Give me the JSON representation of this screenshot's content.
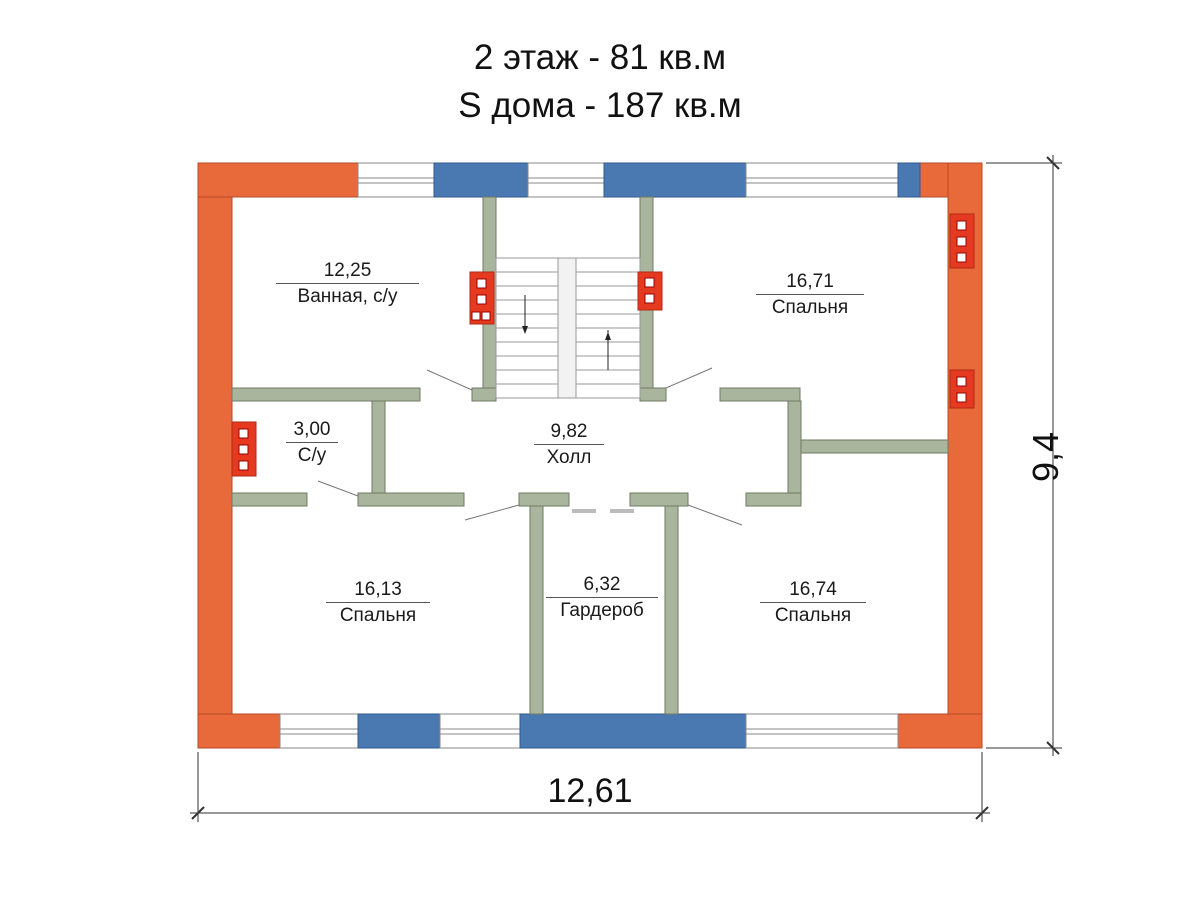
{
  "header": {
    "floor_line": "2 этаж - 81 кв.м",
    "house_line": "S дома - 187 кв.м"
  },
  "rooms": [
    {
      "area": "12,25",
      "name": "Ванная, с/у"
    },
    {
      "area": "16,71",
      "name": "Спальня"
    },
    {
      "area": "3,00",
      "name": "С/у"
    },
    {
      "area": "9,82",
      "name": "Холл"
    },
    {
      "area": "16,13",
      "name": "Спальня"
    },
    {
      "area": "6,32",
      "name": "Гардероб"
    },
    {
      "area": "16,74",
      "name": "Спальня"
    }
  ],
  "dimensions": {
    "width": "12,61",
    "height": "9,4"
  },
  "colors": {
    "outer_wall": "#e8693a",
    "inner_wall": "#a9b59c",
    "window_glass": "#4a78b0",
    "vent": "#e53a20"
  }
}
